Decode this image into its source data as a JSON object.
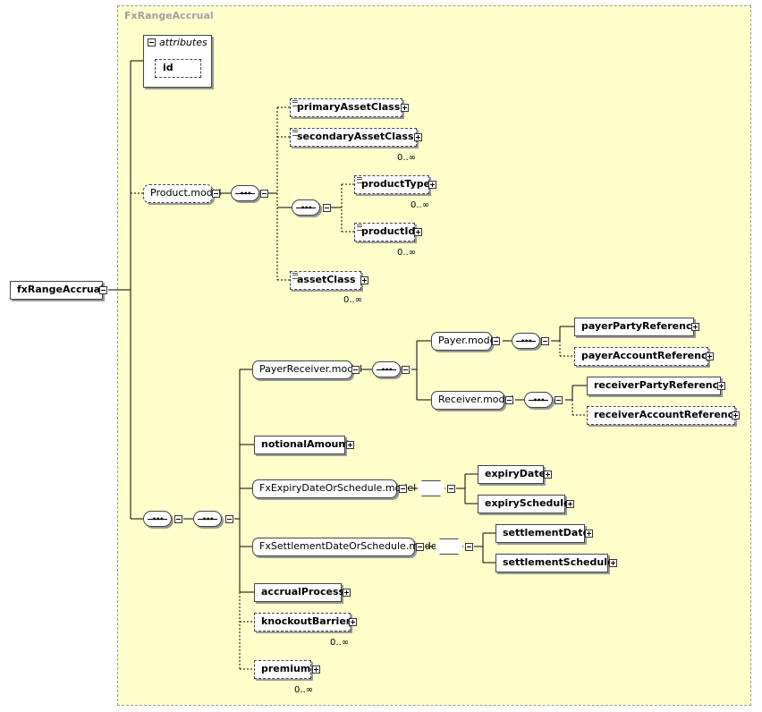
{
  "diagram": {
    "panel_title": "FxRangeAccrual",
    "root": "fxRangeAccrual",
    "attributes_label": "attributes",
    "attribute_id": "id",
    "product_model": "Product.model",
    "primary_asset_class": "primaryAssetClass",
    "secondary_asset_class": "secondaryAssetClass",
    "product_type": "productType",
    "product_id": "productId",
    "asset_class": "assetClass",
    "payer_receiver_model": "PayerReceiver.model",
    "payer_model": "Payer.model",
    "receiver_model": "Receiver.model",
    "payer_party_reference": "payerPartyReference",
    "payer_account_reference": "payerAccountReference",
    "receiver_party_reference": "receiverPartyReference",
    "receiver_account_reference": "receiverAccountReference",
    "notional_amount": "notionalAmount",
    "fx_expiry_model": "FxExpiryDateOrSchedule.model",
    "expiry_date": "expiryDate",
    "expiry_schedule": "expirySchedule",
    "fx_settlement_model": "FxSettlementDateOrSchedule.model",
    "settlement_date": "settlementDate",
    "settlement_schedule": "settlementSchedule",
    "accrual_process": "accrualProcess",
    "knockout_barrier": "knockoutBarrier",
    "premium": "premium",
    "cardinality": "0..∞"
  }
}
